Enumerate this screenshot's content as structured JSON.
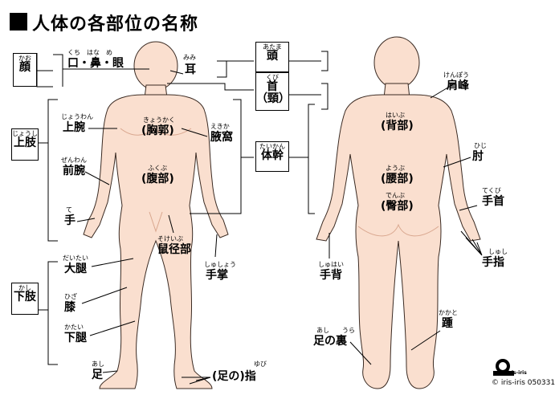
{
  "title": "人体の各部位の名称",
  "categories": {
    "face": {
      "label": "顔",
      "ruby": "かお"
    },
    "upper_limb": {
      "label": "上肢",
      "ruby": "じょうし"
    },
    "lower_limb": {
      "label": "下肢",
      "ruby": "かし"
    },
    "head": {
      "label": "頭",
      "ruby": "あたま"
    },
    "neck": {
      "label": "首",
      "label2": "（頸）",
      "ruby": "くび"
    },
    "trunk": {
      "label": "体幹",
      "ruby": "たいかん"
    }
  },
  "front_labels": {
    "kuchi": {
      "label": "口・鼻・眼",
      "ruby": "くち　はな　め"
    },
    "mimi": {
      "label": "耳",
      "ruby": "みみ"
    },
    "jowan": {
      "label": "上腕",
      "ruby": "じょうわん"
    },
    "kyobu": {
      "label": "(胸郭)",
      "ruby": "きょうかく"
    },
    "ekika": {
      "label": "腋窩",
      "ruby": "えきか"
    },
    "zenwan": {
      "label": "前腕",
      "ruby": "ぜんわん"
    },
    "fukubu": {
      "label": "(腹部)",
      "ruby": "ふくぶ"
    },
    "te": {
      "label": "手",
      "ruby": "て"
    },
    "sokeibu": {
      "label": "鼠径部",
      "ruby": "そけいぶ"
    },
    "shusho": {
      "label": "手掌",
      "ruby": "しゅしょう"
    },
    "daitai": {
      "label": "大腿",
      "ruby": "だいたい"
    },
    "hiza": {
      "label": "膝",
      "ruby": "ひざ"
    },
    "katai": {
      "label": "下腿",
      "ruby": "かたい"
    },
    "ashi": {
      "label": "足",
      "ruby": "あし"
    },
    "yubi": {
      "label": "(足の)指",
      "ruby": "ゆび"
    }
  },
  "back_labels": {
    "kenpo": {
      "label": "肩峰",
      "ruby": "けんぽう"
    },
    "haibu": {
      "label": "(背部)",
      "ruby": "はいぶ"
    },
    "hiji": {
      "label": "肘",
      "ruby": "ひじ"
    },
    "yobu": {
      "label": "(腰部)",
      "ruby": "ようぶ"
    },
    "denbu": {
      "label": "(臀部)",
      "ruby": "でんぶ"
    },
    "tekubi": {
      "label": "手首",
      "ruby": "てくび"
    },
    "shushi": {
      "label": "手指",
      "ruby": "しゅし"
    },
    "shuhai": {
      "label": "手背",
      "ruby": "しゅはい"
    },
    "kakato": {
      "label": "踵",
      "ruby": "かかと"
    },
    "ashinoura": {
      "label": "足の裏",
      "ruby": "あし　　うら"
    }
  },
  "copyright": "© iris-iris  050331",
  "logo_text": "iris-iris",
  "colors": {
    "skin": "#fadfcf",
    "skin_shade": "#f3c9b4",
    "outline": "#3a2a22",
    "line": "#000000"
  }
}
